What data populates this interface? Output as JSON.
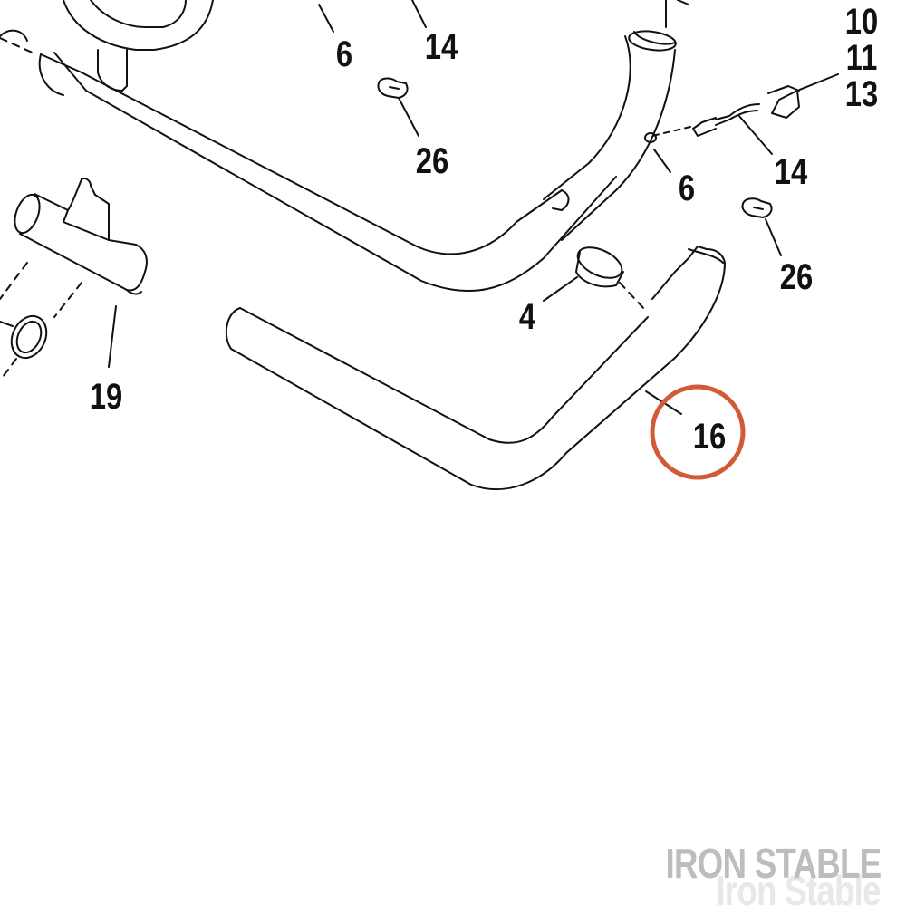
{
  "diagram": {
    "callouts": {
      "c6_top": "6",
      "c14_top": "14",
      "c26_left": "26",
      "c10": "10",
      "c11": "11",
      "c13": "13",
      "c14_right": "14",
      "c6_right": "6",
      "c26_right": "26",
      "c4": "4",
      "c19": "19",
      "c16": "16"
    },
    "highlighted_part": "16",
    "highlight_color": "#d35a36",
    "line_color": "#111111"
  },
  "watermark": {
    "text": "IRON STABLE",
    "ghost_text": "Iron Stable"
  }
}
